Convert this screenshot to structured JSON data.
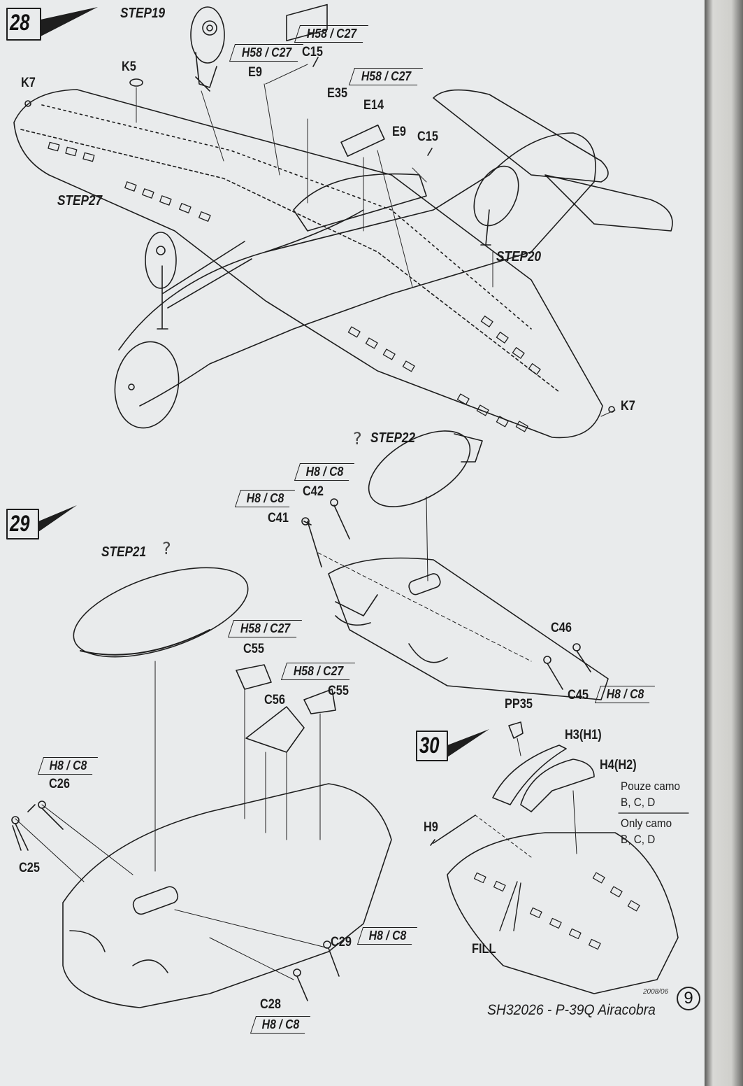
{
  "steps": {
    "s28": "28",
    "s29": "29",
    "s30": "30"
  },
  "labels": {
    "step19": "STEP19",
    "step27": "STEP27",
    "step20": "STEP20",
    "step22": "STEP22",
    "step21": "STEP21",
    "k5": "K5",
    "k7_left": "K7",
    "k7_right": "K7",
    "c15_top": "C15",
    "e9_top": "E9",
    "e35": "E35",
    "e14": "E14",
    "e9_mid": "E9",
    "c15_mid": "C15",
    "c42": "C42",
    "c41": "C41",
    "c46": "C46",
    "c45": "C45",
    "c55_a": "C55",
    "c56": "C56",
    "c55_b": "C55",
    "c26": "C26",
    "c25": "C25",
    "c29": "C29",
    "c28": "C28",
    "pp35": "PP35",
    "h3": "H3(H1)",
    "h4": "H4(H2)",
    "h9": "H9",
    "fill": "FILL"
  },
  "codes": {
    "h58_c27_a": "H58 / C27",
    "h58_c27_b": "H58 / C27",
    "h58_c27_c": "H58 / C27",
    "h8_c8_a": "H8 / C8",
    "h8_c8_b": "H8 / C8",
    "h8_c8_c": "H8 / C8",
    "h58_c27_d": "H58 / C27",
    "h58_c27_e": "H58 / C27",
    "h8_c8_d": "H8 / C8",
    "h8_c8_e": "H8 / C8",
    "h8_c8_f": "H8 / C8"
  },
  "notes": {
    "pouze": "Pouze camo",
    "pouze_bcd": "B, C, D",
    "only": "Only camo",
    "only_bcd": "B, C, D"
  },
  "footer": {
    "date": "2008/06",
    "page": "9",
    "title": "SH32026 - P-39Q Airacobra"
  },
  "icons": {
    "query": "question-mark-icon"
  }
}
